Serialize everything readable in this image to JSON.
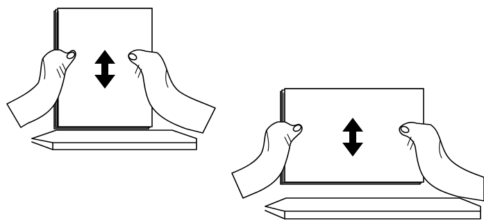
{
  "figure": {
    "panels": [
      {
        "id": "portrait",
        "orientation": "portrait",
        "arrow_icon": "vertical-double-arrow-icon"
      },
      {
        "id": "landscape",
        "orientation": "landscape",
        "arrow_icon": "vertical-double-arrow-icon"
      }
    ],
    "colors": {
      "line": "#000000",
      "background": "#ffffff"
    }
  }
}
